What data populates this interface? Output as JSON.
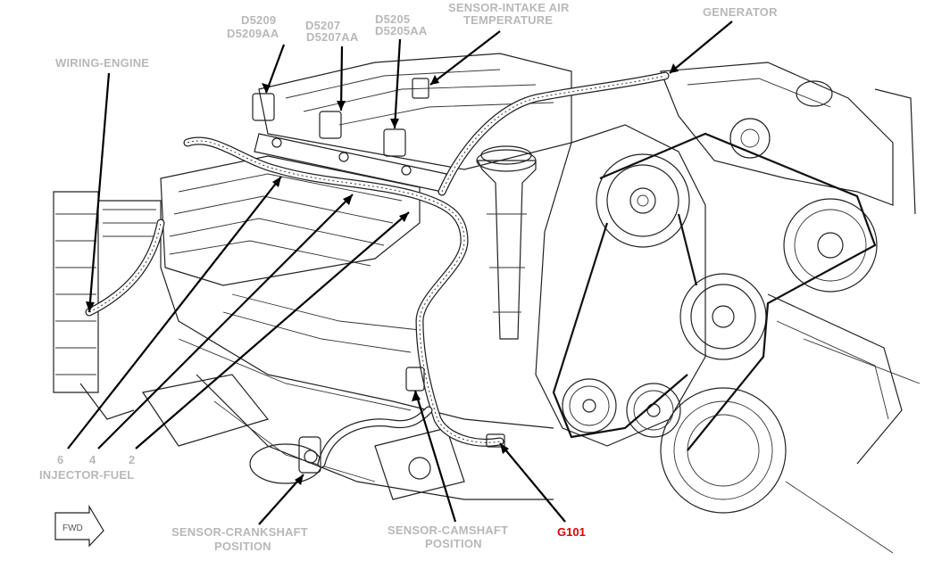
{
  "labels": {
    "d5209": "D5209",
    "d5209aa": "D5209AA",
    "d5207": "D5207",
    "d5207aa": "D5207AA",
    "d5205": "D5205",
    "d5205aa": "D5205AA",
    "sensor_iat_1": "SENSOR-INTAKE AIR",
    "sensor_iat_2": "TEMPERATURE",
    "generator": "GENERATOR",
    "wiring_engine": "WIRING-ENGINE",
    "num6": "6",
    "num4": "4",
    "num2": "2",
    "injector_fuel": "INJECTOR-FUEL",
    "crank_1": "SENSOR-CRANKSHAFT",
    "crank_2": "POSITION",
    "cam_1": "SENSOR-CAMSHAFT",
    "cam_2": "POSITION",
    "g101": "G101",
    "fwd": "FWD"
  },
  "colors": {
    "label_gray": "#b8b8b8",
    "ground_red": "#e00000",
    "line": "#222222"
  }
}
